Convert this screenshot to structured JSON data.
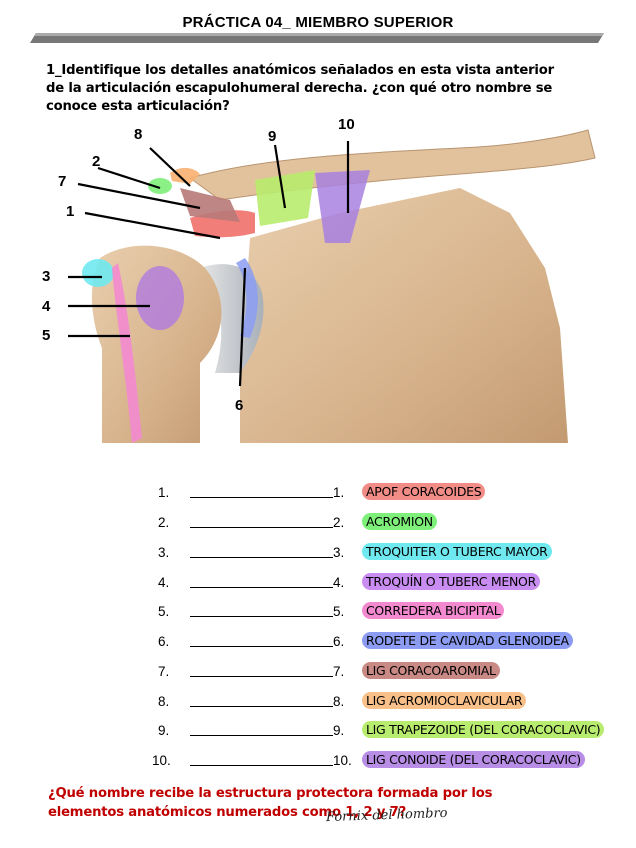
{
  "header": {
    "title": "PRÁCTICA 04_   MIEMBRO SUPERIOR"
  },
  "question1": "1_Identifique los detalles anatómicos señalados en esta vista anterior de la articulación escapulohumeral derecha. ¿con qué otro nombre se conoce esta articulación?",
  "figure_labels": [
    "1",
    "2",
    "3",
    "4",
    "5",
    "6",
    "7",
    "8",
    "9",
    "10"
  ],
  "rows": [
    {
      "n1": "1.",
      "n2": "1.",
      "answer": "APOF CORACOIDES",
      "color": "#f28c86"
    },
    {
      "n1": "2.",
      "n2": "2.",
      "answer": "ACROMION",
      "color": "#7ef07a"
    },
    {
      "n1": "3.",
      "n2": "3.",
      "answer": "TROQUITER O TUBERC MAYOR",
      "color": "#6fe9ef"
    },
    {
      "n1": "4.",
      "n2": "4.",
      "answer": "TROQUÍN O TUBERC MENOR",
      "color": "#c98cf0"
    },
    {
      "n1": "5.",
      "n2": "5.",
      "answer": "CORREDERA BICIPITAL",
      "color": "#f38ad0"
    },
    {
      "n1": "6.",
      "n2": "6.",
      "answer": "RODETE DE CAVIDAD GLENOIDEA",
      "color": "#8b9cf2"
    },
    {
      "n1": "7.",
      "n2": "7.",
      "answer": "LIG CORACOAROMIAL",
      "color": "#c98a86"
    },
    {
      "n1": "8.",
      "n2": "8.",
      "answer": "LIG ACROMIOCLAVICULAR",
      "color": "#f9c08a"
    },
    {
      "n1": "9.",
      "n2": "9.",
      "answer": "LIG TRAPEZOIDE (DEL CORACOCLAVIC)",
      "color": "#b8ec6e"
    },
    {
      "n1": "10.",
      "n2": "10.",
      "answer": "LIG CONOIDE (DEL CORACOCLAVIC)",
      "color": "#b88de6"
    }
  ],
  "question2": "¿Qué nombre recibe la estructura protectora formada por los elementos anatómicos numerados como 1, 2 y 7?",
  "handwritten_answer": "Fornix del hombro"
}
